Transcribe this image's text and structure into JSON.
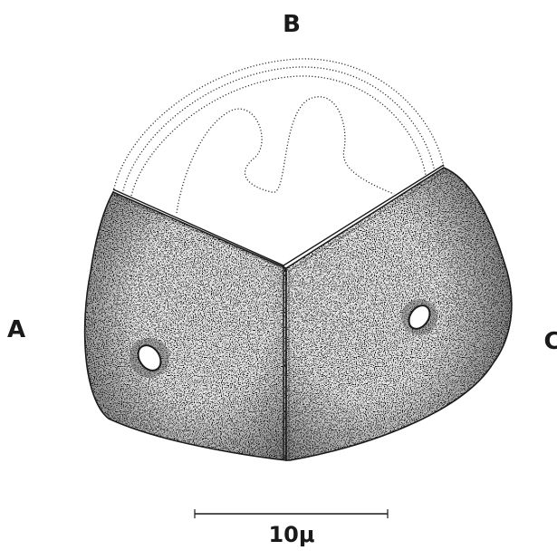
{
  "labels": {
    "top": "B",
    "left": "A",
    "right": "C"
  },
  "scale_bar": {
    "label": "10μ"
  },
  "colors": {
    "ink": "#1a1a1a",
    "paper": "#ffffff"
  }
}
